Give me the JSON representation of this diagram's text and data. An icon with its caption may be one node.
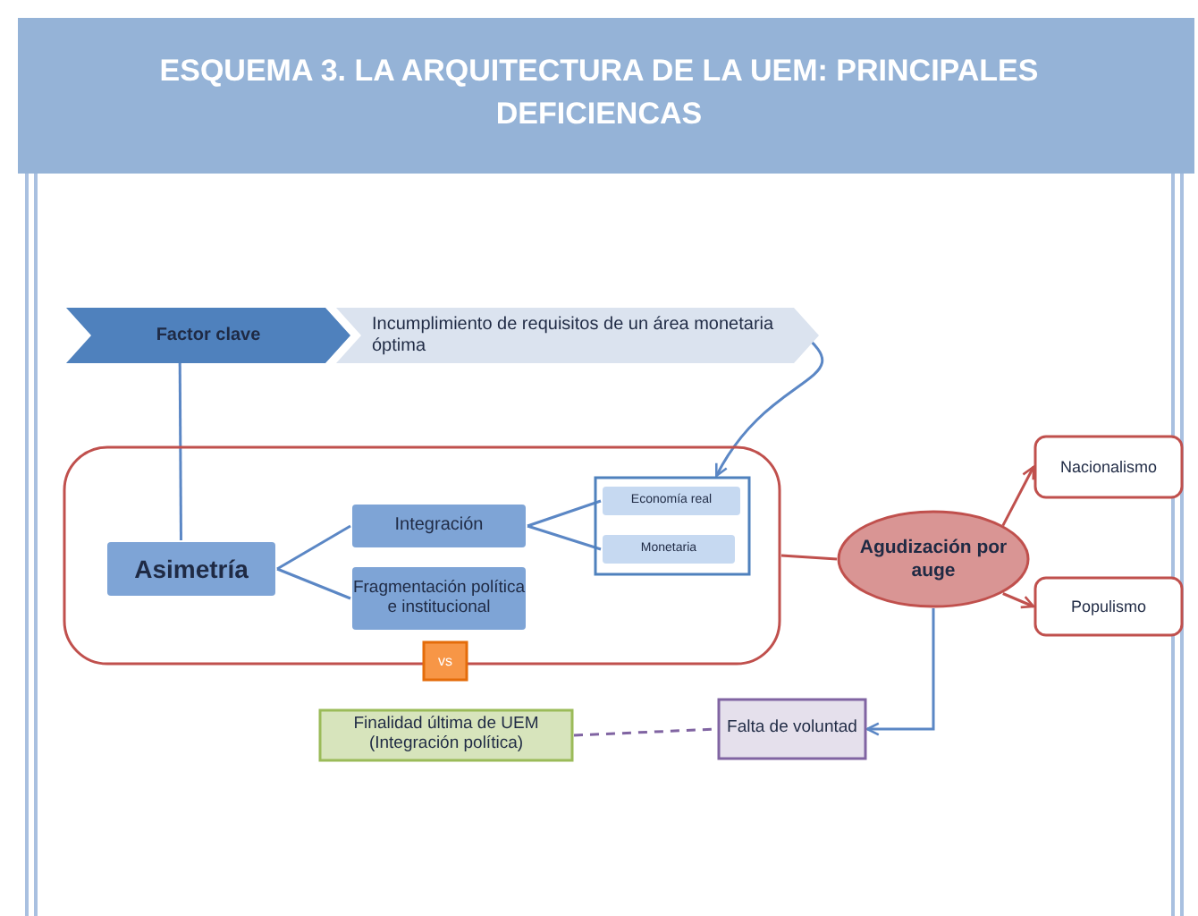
{
  "diagram": {
    "title": "ESQUEMA 3. LA ARQUITECTURA DE LA UEM: PRINCIPALES DEFICIENCAS",
    "nodes": [
      {
        "text": [
          "Factor clave"
        ]
      },
      {
        "text": [
          "Incumplimiento de requisitos de un área monetaria óptima"
        ]
      },
      {
        "text": [],
        "shape": "box"
      },
      {
        "text": [
          "Asimetría"
        ],
        "in": 2
      },
      {
        "text": [
          "Integración"
        ],
        "in": 2
      },
      {
        "text": [
          "Fragmentación política e institucional"
        ],
        "in": 2
      },
      {
        "text": [],
        "shape": "box",
        "in": 2
      },
      {
        "text": [
          "Economía real"
        ],
        "in": 6
      },
      {
        "text": [
          "Monetaria"
        ],
        "in": 6
      },
      {
        "text": [
          "vs"
        ]
      },
      {
        "text": [
          "Agudización por auge"
        ]
      },
      {
        "text": [
          "Nacionalismo"
        ]
      },
      {
        "text": [
          "Populismo"
        ]
      },
      {
        "text": [
          "Falta de voluntad"
        ]
      },
      {
        "text": [
          "Finalidad última de UEM (Integración política)"
        ]
      }
    ],
    "edges": [
      {
        "from": 0,
        "to": 3,
        "arrow": "none"
      },
      {
        "from": 3,
        "to": 4,
        "arrow": "none"
      },
      {
        "from": 3,
        "to": 5,
        "arrow": "none"
      },
      {
        "from": 4,
        "to": 7,
        "arrow": "none"
      },
      {
        "from": 4,
        "to": 8,
        "arrow": "none"
      },
      {
        "from": 1,
        "to": 6,
        "arrow": "both"
      },
      {
        "from": 2,
        "to": 10,
        "arrow": "none",
        "color": "#c0504d"
      },
      {
        "from": 10,
        "to": 11,
        "arrow": "to",
        "color": "#c0504d"
      },
      {
        "from": 10,
        "to": 12,
        "arrow": "to",
        "color": "#c0504d"
      },
      {
        "from": 10,
        "to": 13,
        "arrow": "to"
      },
      {
        "from": 14,
        "to": 13,
        "arrow": "none",
        "style": "dashed",
        "color": "#8064a2"
      }
    ]
  }
}
